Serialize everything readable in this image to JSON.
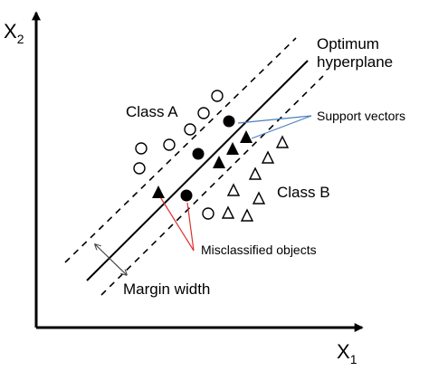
{
  "axes": {
    "y_label_base": "X",
    "y_label_sub": "2",
    "x_label_base": "X",
    "x_label_sub": "1"
  },
  "labels": {
    "optimum_line1": "Optimum",
    "optimum_line2": "hyperplane",
    "support_vectors": "Support vectors",
    "class_a": "Class A",
    "class_b": "Class B",
    "misclassified": "Misclassified objects",
    "margin_width": "Margin width"
  },
  "colors": {
    "ink": "#000000",
    "support_vector_pointer": "#4a7fc1",
    "misclassified_pointer": "#e03030",
    "margin_arrow": "#444444"
  },
  "icons": {
    "class_a_open": "open-circle-icon",
    "class_a_filled": "filled-circle-icon",
    "class_b_open": "open-triangle-icon",
    "class_b_filled": "filled-triangle-icon"
  }
}
